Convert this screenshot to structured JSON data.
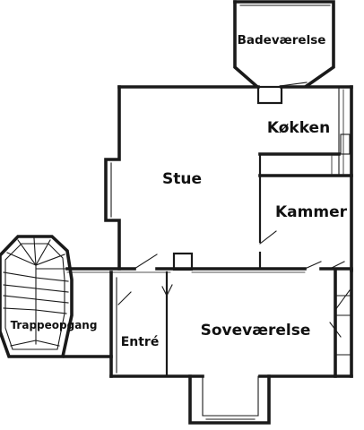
{
  "rooms": {
    "badevaerelse": "Badeværelse",
    "koekken": "Køkken",
    "stue": "Stue",
    "kammer": "Kammer",
    "trappeopgang": "Trappeopgang",
    "entre": "Entré",
    "sovevaerelse": "Soveværelse"
  }
}
